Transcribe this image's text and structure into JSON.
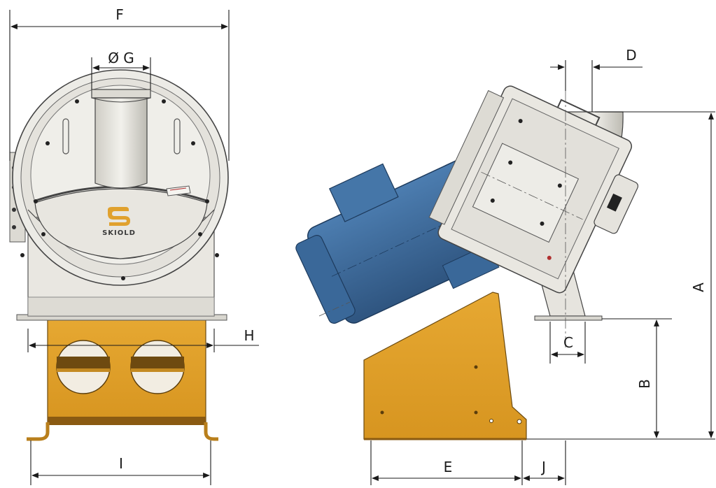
{
  "brand": {
    "logo_text": "SKIOLD"
  },
  "labels": {
    "A": "A",
    "B": "B",
    "C": "C",
    "D": "D",
    "E": "E",
    "F": "F",
    "G": "Ø G",
    "H": "H",
    "I": "I",
    "J": "J"
  },
  "colors": {
    "housing": "#e7e5df",
    "housing_shade": "#cfcdc5",
    "motor": "#3f6d9e",
    "motor_shade": "#2f5580",
    "stand": "#e0a12e",
    "stand_shade": "#b97f1c",
    "dim_line": "#1a1a1a"
  }
}
